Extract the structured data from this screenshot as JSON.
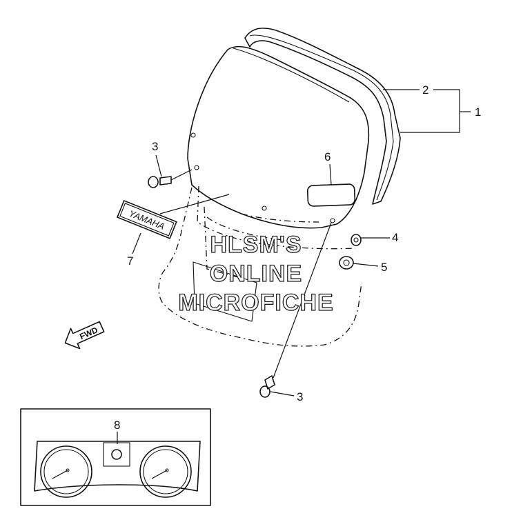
{
  "diagram": {
    "callouts": [
      "1",
      "2",
      "3",
      "3",
      "4",
      "5",
      "6",
      "7",
      "8"
    ],
    "decal_text": "YAMAHA",
    "direction_arrow_text": "FWD",
    "inset_callout": "8"
  },
  "watermark": {
    "line1": "HLSM'S",
    "line2": "ONLINE",
    "line3": "MICROFICHE"
  }
}
